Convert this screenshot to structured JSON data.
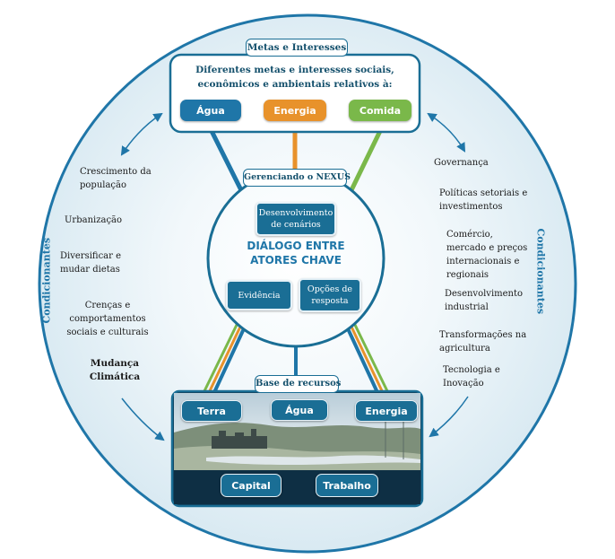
{
  "goals": {
    "tab_label": "Metas e Interesses",
    "heading_line1": "Diferentes metas e interesses sociais,",
    "heading_line2": "econômicos e ambientais relativos à:",
    "items": [
      {
        "label": "Água",
        "color": "#1f76a8"
      },
      {
        "label": "Energia",
        "color": "#e8922b"
      },
      {
        "label": "Comida",
        "color": "#7ab84a"
      }
    ]
  },
  "nexus": {
    "tab_label": "Gerenciando o NEXUS",
    "scenario_box": "Desenvolvimento de cenários",
    "center_line1": "DIÁLOGO ENTRE",
    "center_line2": "ATORES CHAVE",
    "evidence_box": "Evidência",
    "response_box": "Opções de resposta"
  },
  "resources": {
    "tab_label": "Base de recursos",
    "top_items": [
      "Terra",
      "Água",
      "Energia"
    ],
    "bottom_items": [
      "Capital",
      "Trabalho"
    ]
  },
  "left_conditions": {
    "label": "Condicionantes",
    "items": [
      "Crescimento da população",
      "Urbanização",
      "Diversificar e mudar dietas",
      "Crenças e comportamentos sociais e culturais",
      "Mudança Climática"
    ]
  },
  "right_conditions": {
    "label": "Condicionantes",
    "items": [
      "Governança",
      "Políticas setoriais e investimentos",
      "Comércio, mercado e preços internacionais e regionais",
      "Desenvolvimento industrial",
      "Transformações na agricultura",
      "Tecnologia e Inovação"
    ]
  },
  "colors": {
    "water": "#1f76a8",
    "energy": "#e8922b",
    "food": "#7ab84a",
    "dark": "#0e2f44",
    "accent": "#1a6e95"
  }
}
